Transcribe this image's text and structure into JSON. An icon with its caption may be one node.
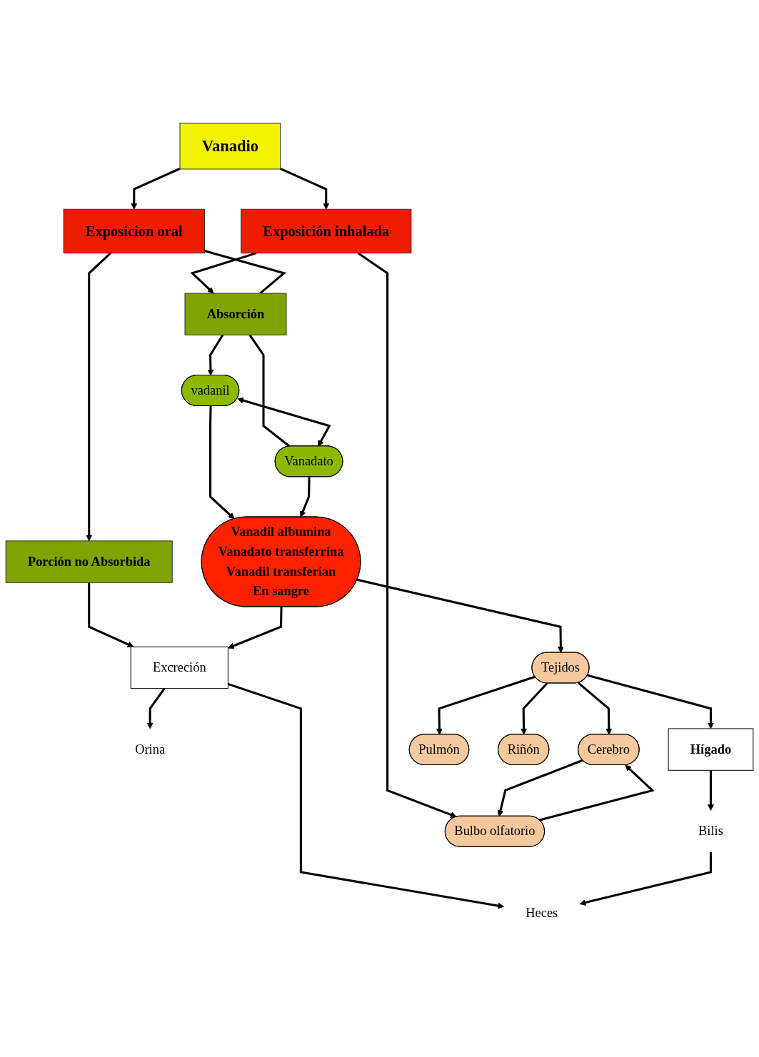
{
  "diagram": {
    "nodes": [
      {
        "text": [
          "Vanadio"
        ]
      },
      {
        "text": [
          "Exposición inhalada"
        ]
      },
      {
        "text": [
          "Exposicion oral"
        ]
      },
      {
        "text": [
          "Absorción"
        ]
      },
      {
        "text": [
          "Porción no Absorbida"
        ]
      },
      {
        "text": [
          "vadanil"
        ]
      },
      {
        "text": [
          "Vanadato"
        ]
      },
      {
        "text": [
          "Excreción"
        ]
      },
      {
        "text": [
          "Orina"
        ]
      },
      {
        "text": [
          "Heces"
        ]
      },
      {
        "text": [
          "Bilis"
        ]
      },
      {
        "text": [
          "Vanadil albumina",
          "Vanadato transferrina",
          "Vanadil transferían",
          "En sangre"
        ]
      },
      {
        "text": [
          "Hígado"
        ]
      },
      {
        "text": [
          "Tejidos"
        ]
      },
      {
        "text": [
          "Bulbo olfatorio"
        ]
      },
      {
        "text": [
          "Cerebro"
        ]
      },
      {
        "text": [
          "Pulmón"
        ]
      },
      {
        "text": [
          "Riñón"
        ]
      }
    ],
    "edges": [
      {
        "from": 0,
        "to": 1,
        "arrow": "to"
      },
      {
        "from": 0,
        "to": 2,
        "arrow": "to"
      },
      {
        "from": 1,
        "to": 3,
        "arrow": "to"
      },
      {
        "from": 1,
        "to": 14,
        "arrow": "to"
      },
      {
        "from": 2,
        "to": 3,
        "arrow": "none"
      },
      {
        "from": 2,
        "to": 4,
        "arrow": "to"
      },
      {
        "from": 3,
        "to": 5,
        "arrow": "to"
      },
      {
        "from": 3,
        "to": 6,
        "arrow": "none"
      },
      {
        "from": 5,
        "to": 6,
        "arrow": "both"
      },
      {
        "from": 5,
        "to": 11,
        "arrow": "to"
      },
      {
        "from": 6,
        "to": 11,
        "arrow": "to"
      },
      {
        "from": 4,
        "to": 7,
        "arrow": "to"
      },
      {
        "from": 7,
        "to": 8,
        "arrow": "to"
      },
      {
        "from": 7,
        "to": 9,
        "arrow": "to"
      },
      {
        "from": 11,
        "to": 7,
        "arrow": "to"
      },
      {
        "from": 11,
        "to": 13,
        "arrow": "to"
      },
      {
        "from": 13,
        "to": 12,
        "arrow": "to"
      },
      {
        "from": 12,
        "to": 10,
        "arrow": "to"
      },
      {
        "from": 10,
        "to": 9,
        "arrow": "to"
      },
      {
        "from": 13,
        "to": 15,
        "arrow": "to"
      },
      {
        "from": 13,
        "to": 16,
        "arrow": "to"
      },
      {
        "from": 13,
        "to": 17,
        "arrow": "to"
      },
      {
        "from": 14,
        "to": 15,
        "arrow": "to"
      },
      {
        "from": 15,
        "to": 14,
        "arrow": "to"
      }
    ]
  }
}
